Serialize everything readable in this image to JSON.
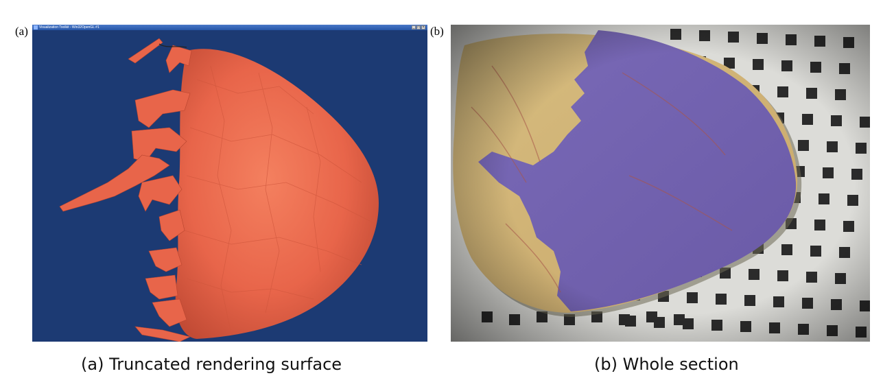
{
  "panel_a": {
    "label": "(a)",
    "window_title": "Visualization Toolkit - Win32OpenGL #1",
    "window_buttons": [
      "_",
      "□",
      "×"
    ],
    "background_color": "#1c3a73",
    "surface_color": "#ee6b4c"
  },
  "panel_b": {
    "label": "(b)"
  },
  "captions": {
    "a": "(a) Truncated rendering surface",
    "b": "(b) Whole section"
  }
}
